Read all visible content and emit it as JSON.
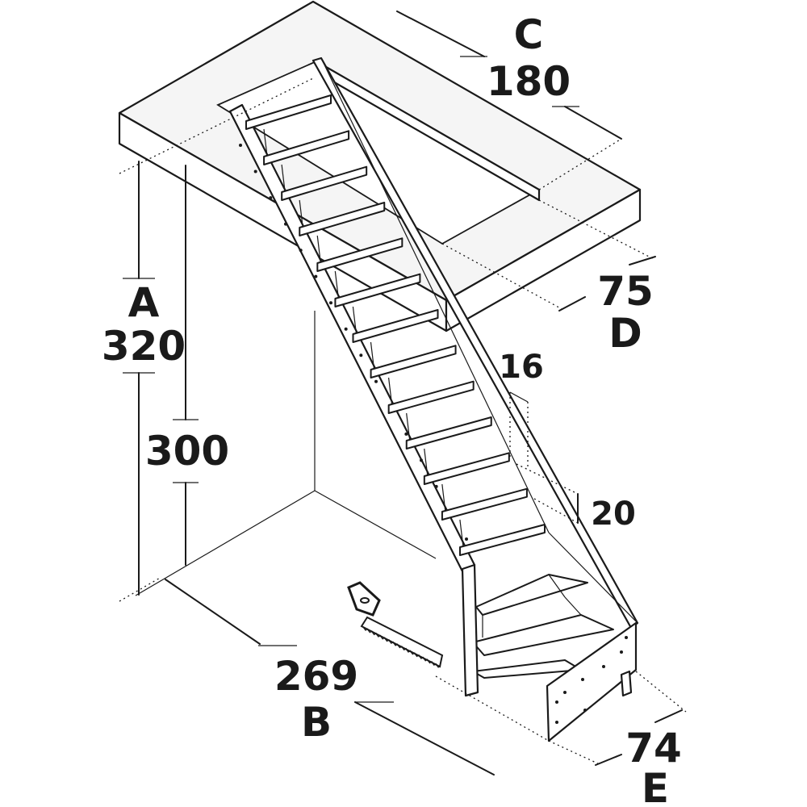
{
  "dimensions": {
    "A": {
      "letter": "A",
      "value": "320"
    },
    "floor_height": {
      "value": "300"
    },
    "B": {
      "letter": "B",
      "value": "269"
    },
    "C": {
      "letter": "C",
      "value": "180"
    },
    "D": {
      "letter": "D",
      "value": "75"
    },
    "E": {
      "letter": "E",
      "value": "74"
    },
    "tread_thickness": {
      "value": "16"
    },
    "rise": {
      "value": "20"
    }
  },
  "icons": {
    "saw": "hand-saw-icon"
  },
  "colors": {
    "line": "#1a1a1a",
    "slab_fill": "#f5f5f5",
    "background": "#ffffff"
  }
}
